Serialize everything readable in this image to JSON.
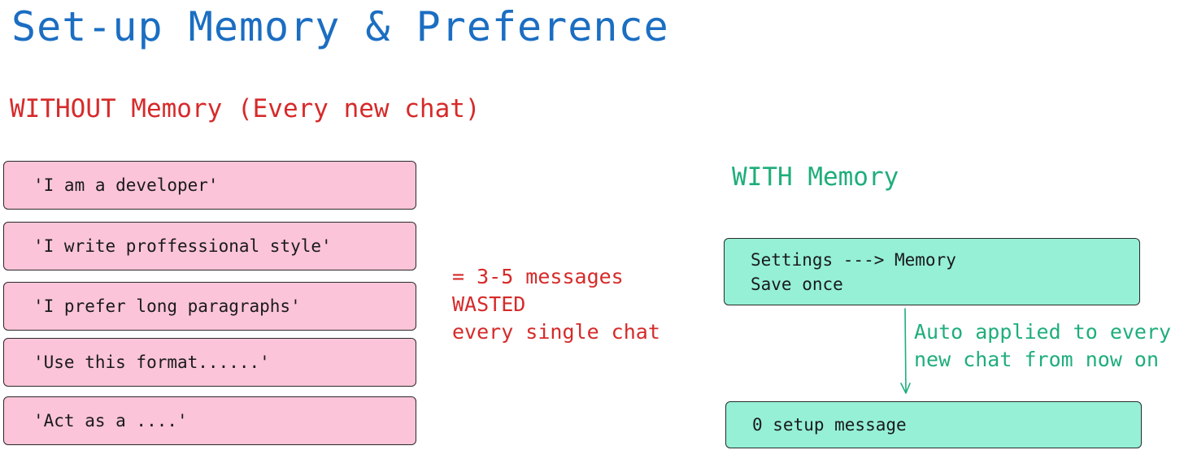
{
  "title": "Set-up Memory & Preference",
  "without": {
    "heading": "WITHOUT Memory (Every new chat)",
    "messages": [
      "'I am a developer'",
      "'I write proffessional style'",
      "'I prefer long paragraphs'",
      "'Use this format......'",
      "'Act as a ....'"
    ],
    "result_lines": [
      "= 3-5 messages",
      "WASTED",
      "every single chat"
    ]
  },
  "with": {
    "heading": "WITH Memory",
    "settings_lines": [
      "Settings ---> Memory",
      "Save once"
    ],
    "arrow_label_lines": [
      "Auto applied to every",
      "new chat from now on"
    ],
    "result": "0 setup message"
  },
  "colors": {
    "title": "#1b6ec2",
    "without_accent": "#d62a2a",
    "with_accent": "#1fae7a",
    "pink_box": "#fbc4d8",
    "green_box": "#95f0d6"
  }
}
